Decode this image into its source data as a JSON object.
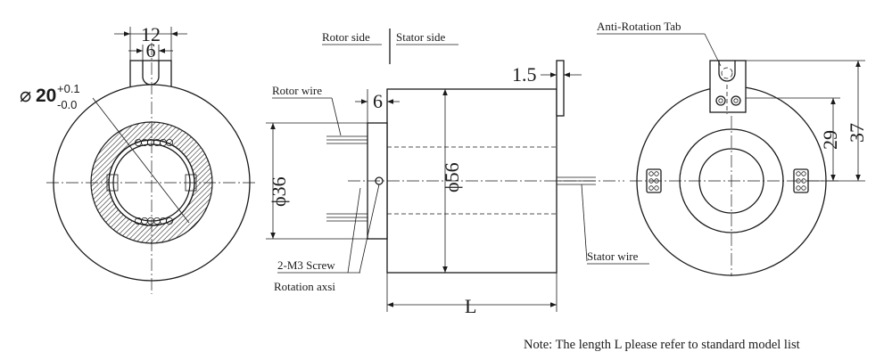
{
  "front_view": {
    "dim_tab_outer": "12",
    "dim_tab_inner": "6",
    "bore_symbol": "⌀",
    "bore_value": "20",
    "bore_tol_upper": "+0.1",
    "bore_tol_lower": "-0.0"
  },
  "side_view": {
    "rotor_side": "Rotor side",
    "stator_side": "Stator side",
    "rotor_wire": "Rotor wire",
    "stator_wire": "Stator wire",
    "screw": "2-M3 Screw",
    "rotation_axis": "Rotation axsi",
    "dim_flange_thickness": "6",
    "dim_tab_thickness": "1.5",
    "dim_flange_dia": "ϕ36",
    "dim_body_dia": "ϕ56",
    "dim_length": "L"
  },
  "rear_view": {
    "anti_rotation_tab": "Anti-Rotation Tab",
    "dim_29": "29",
    "dim_37": "37"
  },
  "note": "Note: The length L please refer to standard model list",
  "colors": {
    "line": "#1a1a1a",
    "background": "#ffffff"
  }
}
